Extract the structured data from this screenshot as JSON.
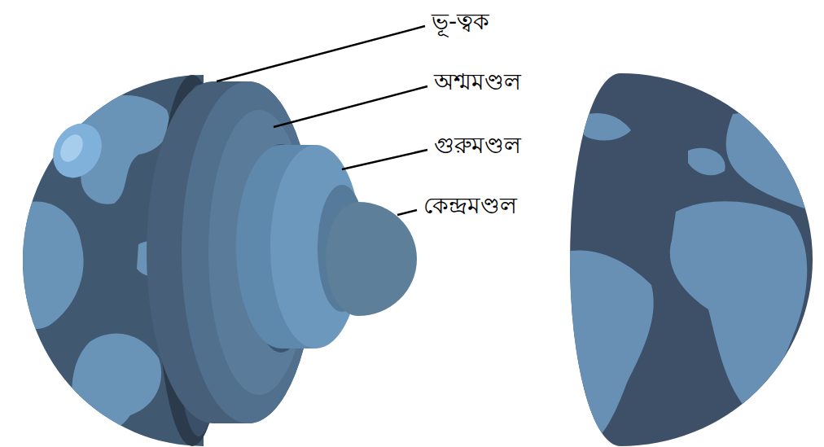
{
  "diagram": {
    "labels": [
      "ভূ-ত্বক",
      "অশ্মমণ্ডল",
      "গুরুমণ্ডল",
      "কেন্দ্রমণ্ডল"
    ]
  }
}
